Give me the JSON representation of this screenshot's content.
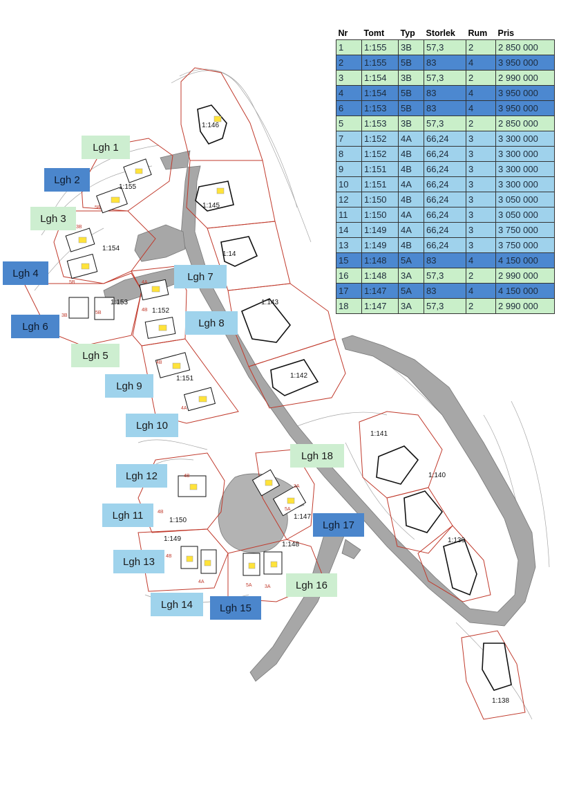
{
  "table": {
    "headers": [
      "Nr",
      "Tomt",
      "Typ",
      "Storlek",
      "Rum",
      "Pris"
    ],
    "rows": [
      {
        "nr": "1",
        "tomt": "1:155",
        "typ": "3B",
        "storlek": "57,3",
        "rum": "2",
        "pris": "2 850 000",
        "tone": "light"
      },
      {
        "nr": "2",
        "tomt": "1:155",
        "typ": "5B",
        "storlek": "83",
        "rum": "4",
        "pris": "3 950 000",
        "tone": "dark"
      },
      {
        "nr": "3",
        "tomt": "1:154",
        "typ": "3B",
        "storlek": "57,3",
        "rum": "2",
        "pris": "2 990 000",
        "tone": "light"
      },
      {
        "nr": "4",
        "tomt": "1:154",
        "typ": "5B",
        "storlek": "83",
        "rum": "4",
        "pris": "3 950 000",
        "tone": "dark"
      },
      {
        "nr": "6",
        "tomt": "1:153",
        "typ": "5B",
        "storlek": "83",
        "rum": "4",
        "pris": "3 950 000",
        "tone": "dark"
      },
      {
        "nr": "5",
        "tomt": "1:153",
        "typ": "3B",
        "storlek": "57,3",
        "rum": "2",
        "pris": "2 850 000",
        "tone": "light"
      },
      {
        "nr": "7",
        "tomt": "1:152",
        "typ": "4A",
        "storlek": "66,24",
        "rum": "3",
        "pris": "3 300 000",
        "tone": "mid"
      },
      {
        "nr": "8",
        "tomt": "1:152",
        "typ": "4B",
        "storlek": "66,24",
        "rum": "3",
        "pris": "3 300 000",
        "tone": "mid"
      },
      {
        "nr": "9",
        "tomt": "1:151",
        "typ": "4B",
        "storlek": "66,24",
        "rum": "3",
        "pris": "3 300 000",
        "tone": "mid"
      },
      {
        "nr": "10",
        "tomt": "1:151",
        "typ": "4A",
        "storlek": "66,24",
        "rum": "3",
        "pris": "3 300 000",
        "tone": "mid"
      },
      {
        "nr": "12",
        "tomt": "1:150",
        "typ": "4B",
        "storlek": "66,24",
        "rum": "3",
        "pris": "3 050 000",
        "tone": "mid"
      },
      {
        "nr": "11",
        "tomt": "1:150",
        "typ": "4A",
        "storlek": "66,24",
        "rum": "3",
        "pris": "3 050 000",
        "tone": "mid"
      },
      {
        "nr": "14",
        "tomt": "1:149",
        "typ": "4A",
        "storlek": "66,24",
        "rum": "3",
        "pris": "3 750 000",
        "tone": "mid"
      },
      {
        "nr": "13",
        "tomt": "1:149",
        "typ": "4B",
        "storlek": "66,24",
        "rum": "3",
        "pris": "3 750 000",
        "tone": "mid"
      },
      {
        "nr": "15",
        "tomt": "1:148",
        "typ": "5A",
        "storlek": "83",
        "rum": "4",
        "pris": "4 150 000",
        "tone": "dark"
      },
      {
        "nr": "16",
        "tomt": "1:148",
        "typ": "3A",
        "storlek": "57,3",
        "rum": "2",
        "pris": "2 990 000",
        "tone": "light"
      },
      {
        "nr": "17",
        "tomt": "1:147",
        "typ": "5A",
        "storlek": "83",
        "rum": "4",
        "pris": "4 150 000",
        "tone": "dark"
      },
      {
        "nr": "18",
        "tomt": "1:147",
        "typ": "3A",
        "storlek": "57,3",
        "rum": "2",
        "pris": "2 990 000",
        "tone": "light"
      }
    ]
  },
  "apartment_labels": [
    {
      "text": "Lgh 1",
      "tone": "light"
    },
    {
      "text": "Lgh 2",
      "tone": "dark"
    },
    {
      "text": "Lgh 3",
      "tone": "light"
    },
    {
      "text": "Lgh 4",
      "tone": "dark"
    },
    {
      "text": "Lgh 6",
      "tone": "dark"
    },
    {
      "text": "Lgh 5",
      "tone": "light"
    },
    {
      "text": "Lgh 7",
      "tone": "mid"
    },
    {
      "text": "Lgh 8",
      "tone": "mid"
    },
    {
      "text": "Lgh 9",
      "tone": "mid"
    },
    {
      "text": "Lgh 10",
      "tone": "mid"
    },
    {
      "text": "Lgh 18",
      "tone": "light"
    },
    {
      "text": "Lgh 12",
      "tone": "mid"
    },
    {
      "text": "Lgh 11",
      "tone": "mid"
    },
    {
      "text": "Lgh 17",
      "tone": "dark"
    },
    {
      "text": "Lgh 13",
      "tone": "mid"
    },
    {
      "text": "Lgh 16",
      "tone": "light"
    },
    {
      "text": "Lgh 14",
      "tone": "mid"
    },
    {
      "text": "Lgh 15",
      "tone": "dark"
    }
  ],
  "plot_labels": [
    "1:146",
    "1:155",
    "1:145",
    "1:154",
    "1:14",
    "1:153",
    "1:152",
    "1:143",
    "1:151",
    "1:142",
    "1:141",
    "1:140",
    "1:150",
    "1:147",
    "1:149",
    "1:148",
    "1:139",
    "1:138"
  ],
  "type_labels": [
    "5B",
    "5B",
    "3B",
    "4A",
    "4B",
    "4B",
    "4A",
    "4B",
    "4B",
    "4B",
    "5A",
    "3A",
    "5A",
    "3A",
    "4A",
    "3B",
    "5B"
  ],
  "colors": {
    "light": "#cdeed0",
    "mid": "#9fd3ec",
    "dark": "#4b86cc",
    "road": "#a9a9a9",
    "plot_boundary": "#c0392b",
    "contour": "#9a9a9a"
  }
}
